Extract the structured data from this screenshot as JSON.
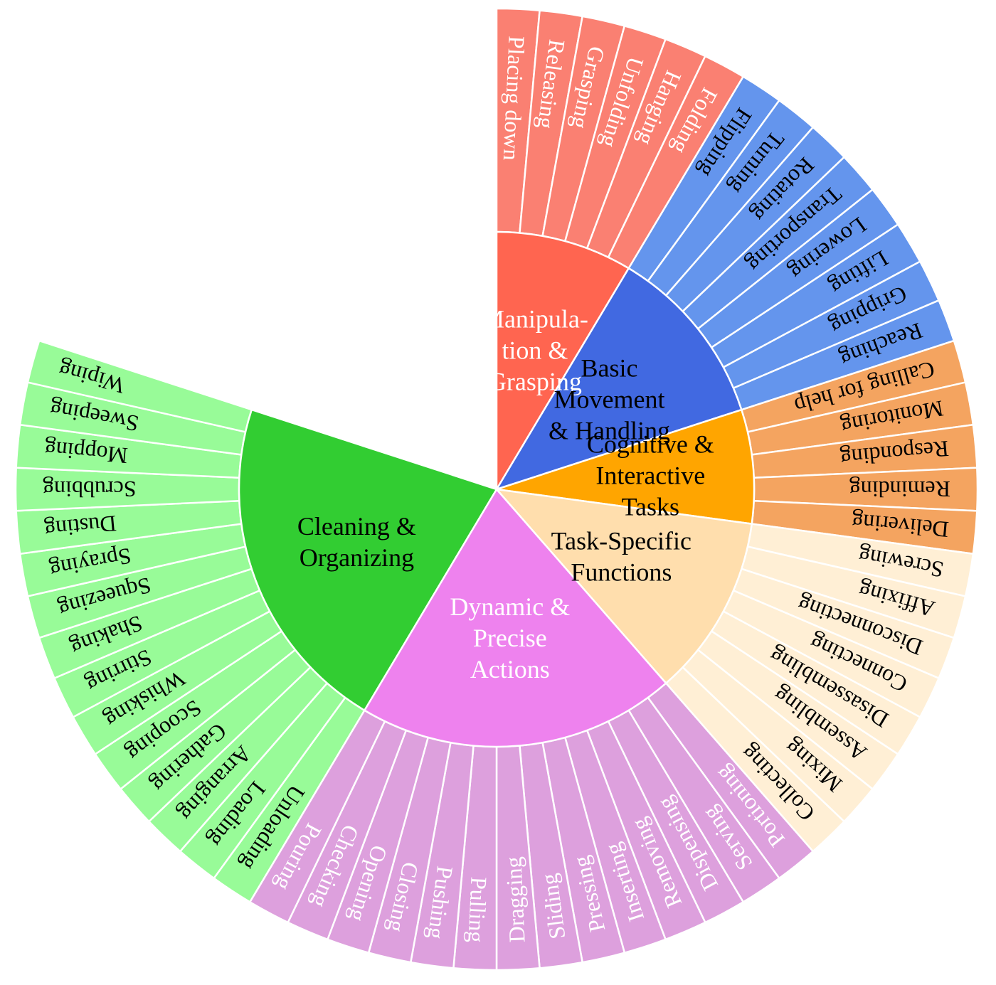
{
  "chart_data": {
    "type": "sunburst",
    "title": "",
    "unit_angle_deg": 5.1429,
    "start_angle_deg": 0,
    "direction": "clockwise",
    "categories": [
      {
        "name": "Manipula-\ntion &\nGrasping",
        "color": "#FF6550",
        "leaf_color": "#FA8072",
        "text_color": "#ffffff",
        "leaves": [
          "Placing down",
          "Releasing",
          "Grasping",
          "Unfolding",
          "Hanging",
          "Folding"
        ]
      },
      {
        "name": "Basic\nMovement\n& Handling",
        "color": "#4169E1",
        "leaf_color": "#6495ED",
        "text_color": "#000000",
        "leaf_text_color": "#000000",
        "leaves": [
          "Flipping",
          "Turning",
          "Rotating",
          "Transporting",
          "Lowering",
          "Lifting",
          "Gripping",
          "Reaching"
        ]
      },
      {
        "name": "Cognitive &\nInteractive\nTasks",
        "color": "#FFA500",
        "leaf_color": "#F4A460",
        "text_color": "#000000",
        "leaf_text_color": "#000000",
        "leaves": [
          "Calling for help",
          "Monitoring",
          "Responding",
          "Reminding",
          "Delivering"
        ]
      },
      {
        "name": "Task-Specific\nFunctions",
        "color": "#FFDEAD",
        "leaf_color": "#FFEFD5",
        "text_color": "#000000",
        "leaf_text_color": "#000000",
        "leaves": [
          "Screwing",
          "Affixing",
          "Disconnecting",
          "Connecting",
          "Disassembling",
          "Assembling",
          "Mixing",
          "Collecting"
        ]
      },
      {
        "name": "Dynamic &\nPrecise\nActions",
        "color": "#EE82EE",
        "leaf_color": "#DDA0DD",
        "text_color": "#ffffff",
        "leaf_text_color": "#ffffff",
        "leaves": [
          "Portioning",
          "Serving",
          "Dispensing",
          "Removing",
          "Inserting",
          "Pressing",
          "Sliding",
          "Dragging",
          "Pulling",
          "Pushing",
          "Closing",
          "Opening",
          "Checking",
          "Pouring"
        ]
      },
      {
        "name": "Cleaning &\nOrganizing",
        "color": "#32CD32",
        "leaf_color": "#98FB98",
        "text_color": "#000000",
        "leaf_text_color": "#000000",
        "leaves": [
          "Unloading",
          "Loading",
          "Arranging",
          "Gathering",
          "Scooping",
          "Whisking",
          "Stirring",
          "Shaking",
          "Squeezing",
          "Spraying",
          "Dusting",
          "Scrubbing",
          "Mopping",
          "Sweeping",
          "Wiping"
        ]
      }
    ]
  }
}
